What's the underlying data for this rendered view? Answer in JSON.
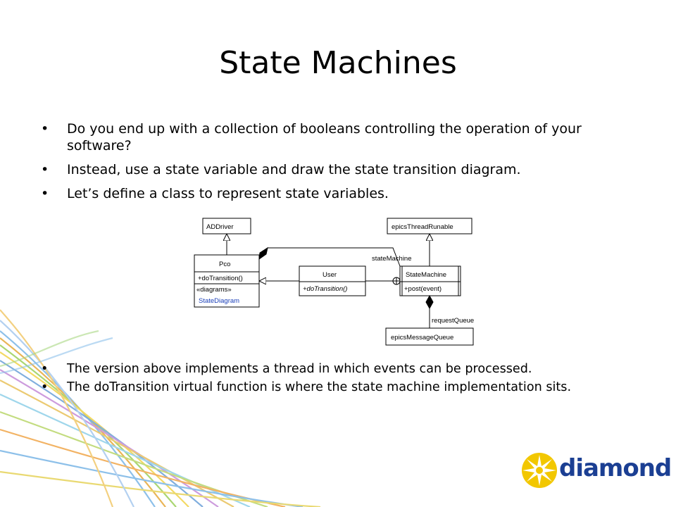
{
  "slide": {
    "title": "State Machines",
    "bullet_char": "•",
    "bullets_top": [
      "Do you end up with a collection of booleans controlling the operation of your software?",
      "Instead, use a state variable and draw the state transition diagram.",
      "Let’s define a class to represent state variables."
    ],
    "bullets_bottom": [
      "The version above implements a thread in which events can be processed.",
      "The doTransition virtual function is where the state machine implementation sits."
    ]
  },
  "diagram": {
    "addriver": "ADDriver",
    "epics_thread_runable": "epicsThreadRunable",
    "pco": "Pco",
    "pco_op": "+doTransition()",
    "pco_stereotype": "«diagrams»",
    "pco_diagram": "StateDiagram",
    "user": "User",
    "user_op": "+doTransition()",
    "state_machine": "StateMachine",
    "state_machine_op": "+post(event)",
    "role_state_machine": "stateMachine",
    "role_request_queue": "requestQueue",
    "epics_message_queue": "epicsMessageQueue"
  },
  "logo": {
    "name": "diamond",
    "icon": "diamond-star-icon",
    "colors": {
      "yellow": "#f2c700",
      "blue": "#1b3f93"
    }
  }
}
